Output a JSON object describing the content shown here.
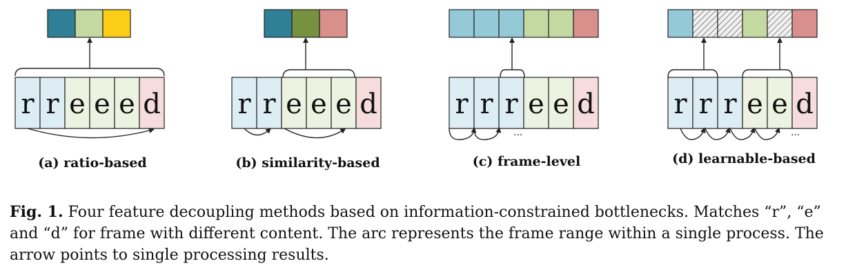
{
  "colors": {
    "r_light": "#dcedf3",
    "e_light": "#ecf3e0",
    "d_light": "#f6dcdc",
    "teal": "#2f7f96",
    "olive": "#76913f",
    "lightgreen": "#c4d8a1",
    "yellow": "#fbcd16",
    "pink": "#d9908c",
    "lightblue": "#94cad8"
  },
  "panels": [
    {
      "id": "a",
      "label": "(a) ratio-based",
      "frames": [
        "r",
        "r",
        "e",
        "e",
        "e",
        "d"
      ],
      "output": [
        "teal",
        "lightgreen",
        "yellow"
      ],
      "ellipsis": ""
    },
    {
      "id": "b",
      "label": "(b) similarity-based",
      "frames": [
        "r",
        "r",
        "e",
        "e",
        "e",
        "d"
      ],
      "output": [
        "teal",
        "olive",
        "pink"
      ],
      "ellipsis": ""
    },
    {
      "id": "c",
      "label": "(c) frame-level",
      "frames": [
        "r",
        "r",
        "r",
        "e",
        "e",
        "d"
      ],
      "output": [
        "lightblue",
        "lightblue",
        "lightblue",
        "lightgreen",
        "lightgreen",
        "pink"
      ],
      "ellipsis": "..."
    },
    {
      "id": "d",
      "label": "(d) learnable-based",
      "frames": [
        "r",
        "r",
        "r",
        "e",
        "e",
        "d"
      ],
      "output": [
        "lightblue",
        "hatch",
        "hatch",
        "lightgreen",
        "hatch",
        "pink"
      ],
      "ellipsis": "..."
    }
  ],
  "caption": {
    "fig_label": "Fig. 1.",
    "text": " Four feature decoupling methods based on information-constrained bottlenecks. Matches “r”, “e” and “d” for frame with different content. The arc represents the frame range within a single process. The arrow points to single processing results."
  }
}
